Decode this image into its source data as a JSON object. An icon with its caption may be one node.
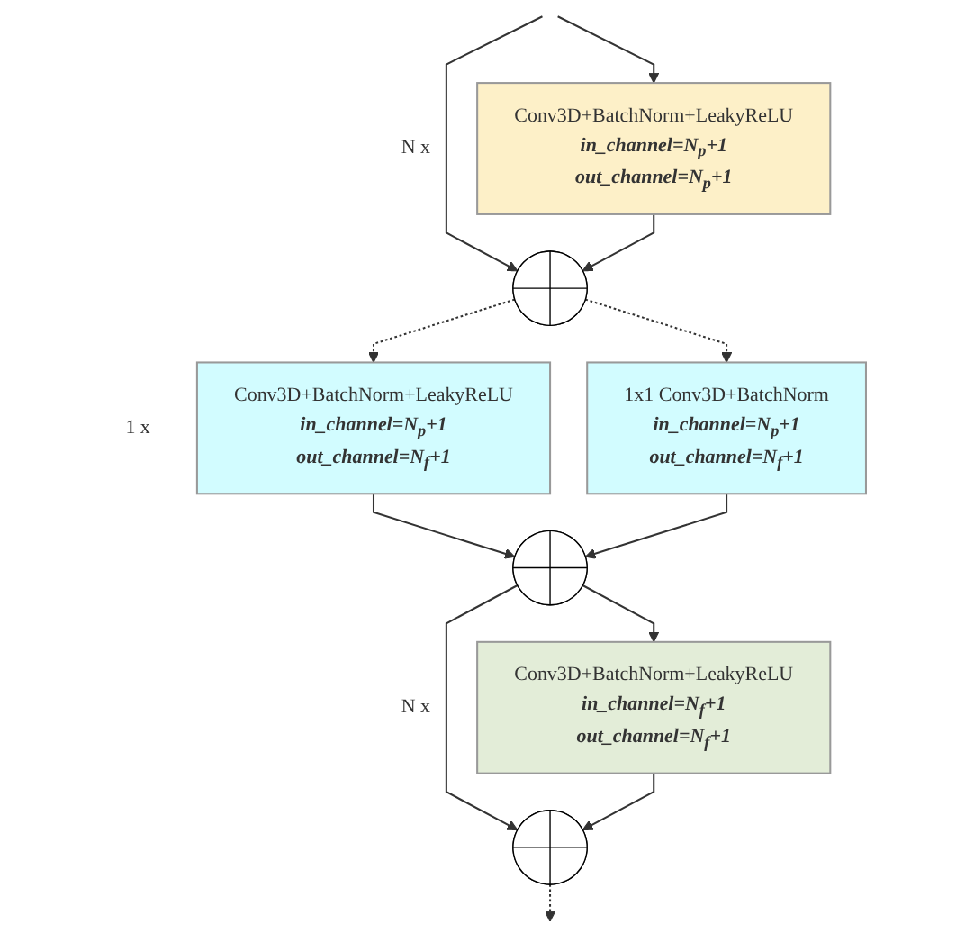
{
  "diagram": {
    "nodes": [
      {
        "text": [
          "Conv3D+BatchNorm+LeakyReLU",
          "in_channel=N$_{p}$+1",
          "out_channel=N$_{p}$+1"
        ],
        "beside": [
          "N x"
        ]
      },
      {
        "text": [],
        "shape": "circle"
      },
      {
        "text": [
          "Conv3D+BatchNorm+LeakyReLU",
          "in_channel=N$_{p}$+1",
          "out_channel=N$_{f}$+1"
        ],
        "beside": [
          "1 x"
        ]
      },
      {
        "text": [
          "1x1 Conv3D+BatchNorm",
          "in_channel=N$_{p}$+1",
          "out_channel=N$_{f}$+1"
        ]
      },
      {
        "text": [],
        "shape": "circle"
      },
      {
        "text": [
          "Conv3D+BatchNorm+LeakyReLU",
          "in_channel=N$_{f}$+1",
          "out_channel=N$_{f}$+1"
        ],
        "beside": [
          "N x"
        ]
      },
      {
        "text": [],
        "shape": "circle"
      }
    ],
    "edges": [
      {
        "from": null,
        "to": 0,
        "arrow": "to"
      },
      {
        "from": null,
        "to": 1,
        "arrow": "to"
      },
      {
        "from": 0,
        "to": 1,
        "arrow": "to"
      },
      {
        "from": 1,
        "to": 2,
        "arrow": "to",
        "style": "dashed"
      },
      {
        "from": 1,
        "to": 3,
        "arrow": "to",
        "style": "dashed"
      },
      {
        "from": 2,
        "to": 4,
        "arrow": "to"
      },
      {
        "from": 3,
        "to": 4,
        "arrow": "to"
      },
      {
        "from": 4,
        "to": 5,
        "arrow": "to"
      },
      {
        "from": 4,
        "to": 6,
        "arrow": "to"
      },
      {
        "from": 5,
        "to": 6,
        "arrow": "to"
      },
      {
        "from": 6,
        "to": null,
        "arrow": "to",
        "style": "dashed"
      }
    ]
  }
}
